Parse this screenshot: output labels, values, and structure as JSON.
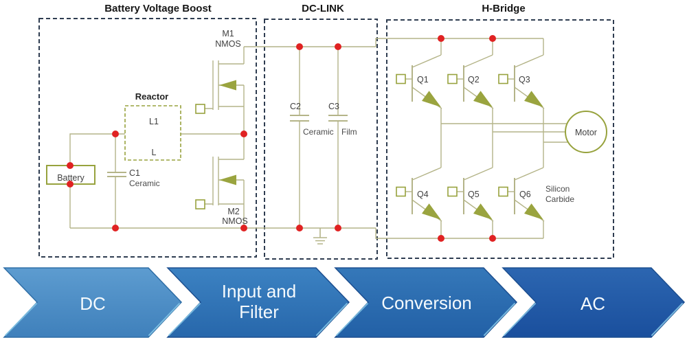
{
  "sections": {
    "boost": {
      "title": "Battery Voltage Boost"
    },
    "dclink": {
      "title": "DC-LINK"
    },
    "hbridge": {
      "title": "H-Bridge"
    }
  },
  "components": {
    "battery": {
      "label": "Battery"
    },
    "reactor": {
      "title": "Reactor",
      "designator": "L1",
      "symbol": "L"
    },
    "c1": {
      "designator": "C1",
      "type": "Ceramic"
    },
    "m1": {
      "designator": "M1",
      "type": "NMOS"
    },
    "m2": {
      "designator": "M2",
      "type": "NMOS"
    },
    "c2": {
      "designator": "C2",
      "type": "Ceramic"
    },
    "c3": {
      "designator": "C3",
      "type": "Film"
    },
    "q1": {
      "designator": "Q1"
    },
    "q2": {
      "designator": "Q2"
    },
    "q3": {
      "designator": "Q3"
    },
    "q4": {
      "designator": "Q4"
    },
    "q5": {
      "designator": "Q5"
    },
    "q6": {
      "designator": "Q6"
    },
    "motor": {
      "label": "Motor"
    },
    "tech_note": {
      "label": "Silicon Carbide",
      "line1": "Silicon",
      "line2": "Carbide"
    }
  },
  "flow": {
    "dc": {
      "label": "DC"
    },
    "input_filter": {
      "label": "Input and Filter",
      "line1": "Input and",
      "line2": "Filter"
    },
    "conversion": {
      "label": "Conversion"
    },
    "ac": {
      "label": "AC"
    }
  },
  "colors": {
    "wire": "#b4b488",
    "component": "#97a23d",
    "device_fill": "#9aa43f",
    "junction": "#e02222",
    "section_border": "#2e3c50",
    "label_text": "#3f3f3f",
    "arrow_dc": "#4a8bc2",
    "arrow_input_filter": "#2e75b6",
    "arrow_conversion": "#2d6fb4",
    "arrow_ac": "#2058a8",
    "arrow_outline": "#1c4e8f",
    "arrow_accent": "#86c7e6"
  }
}
